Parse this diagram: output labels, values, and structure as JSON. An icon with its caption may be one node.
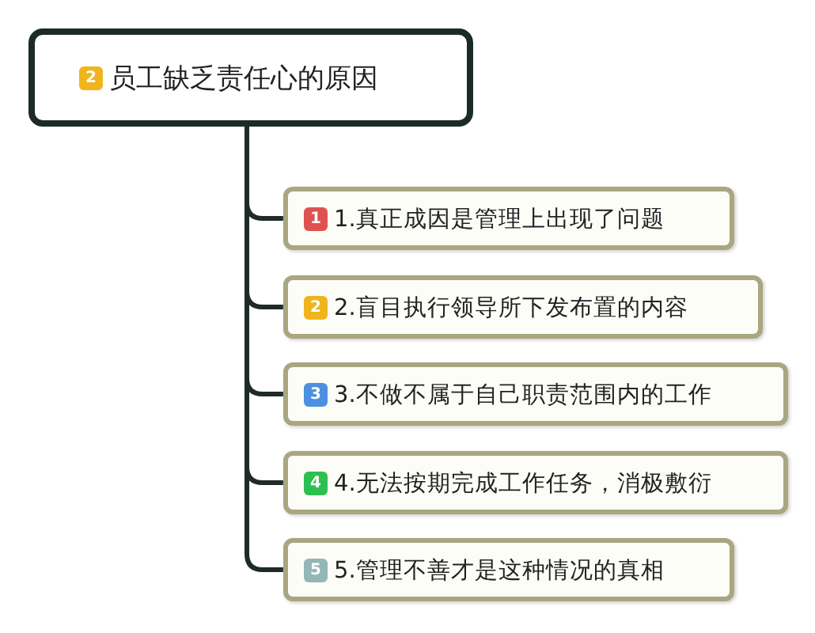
{
  "diagram": {
    "nodes": [
      {
        "text": [
          "2",
          "员工缺乏责任心的原因"
        ]
      },
      {
        "text": [
          "1",
          "1.真正成因是管理上出现了问题"
        ]
      },
      {
        "text": [
          "2",
          "2.盲目执行领导所下发布置的内容"
        ]
      },
      {
        "text": [
          "3",
          "3.不做不属于自己职责范围内的工作"
        ]
      },
      {
        "text": [
          "4",
          "4.无法按期完成工作任务，消极敷衍"
        ]
      },
      {
        "text": [
          "5",
          "5.管理不善才是这种情况的真相"
        ]
      }
    ],
    "edges": [
      {
        "from": 0,
        "to": 1,
        "arrow": "none"
      },
      {
        "from": 0,
        "to": 2,
        "arrow": "none"
      },
      {
        "from": 0,
        "to": 3,
        "arrow": "none"
      },
      {
        "from": 0,
        "to": 4,
        "arrow": "none"
      },
      {
        "from": 0,
        "to": 5,
        "arrow": "none"
      }
    ]
  }
}
